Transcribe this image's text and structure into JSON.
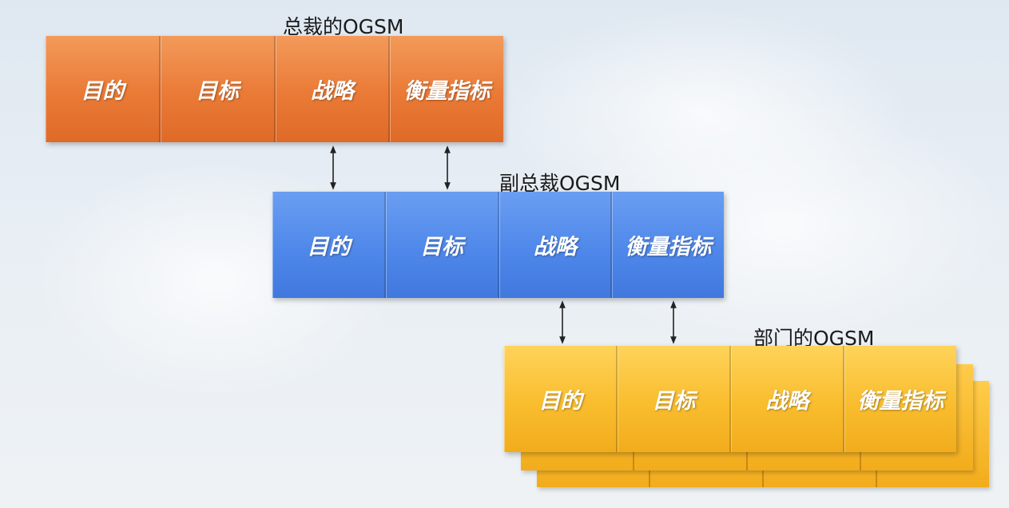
{
  "groups": [
    {
      "title": "总裁的OGSM",
      "color": "#ea7a36",
      "cells": [
        "目的",
        "目标",
        "战略",
        "衡量指标"
      ]
    },
    {
      "title": "副总裁OGSM",
      "color": "#4f88ea",
      "cells": [
        "目的",
        "目标",
        "战略",
        "衡量指标"
      ]
    },
    {
      "title": "部门的OGSM",
      "color": "#f9bd2e",
      "cells": [
        "目的",
        "目标",
        "战略",
        "衡量指标"
      ]
    }
  ],
  "connectors": [
    {
      "from": "总裁的OGSM",
      "to": "副总裁OGSM",
      "count": 2,
      "style": "double-arrow"
    },
    {
      "from": "副总裁OGSM",
      "to": "部门的OGSM",
      "count": 2,
      "style": "double-arrow"
    }
  ]
}
